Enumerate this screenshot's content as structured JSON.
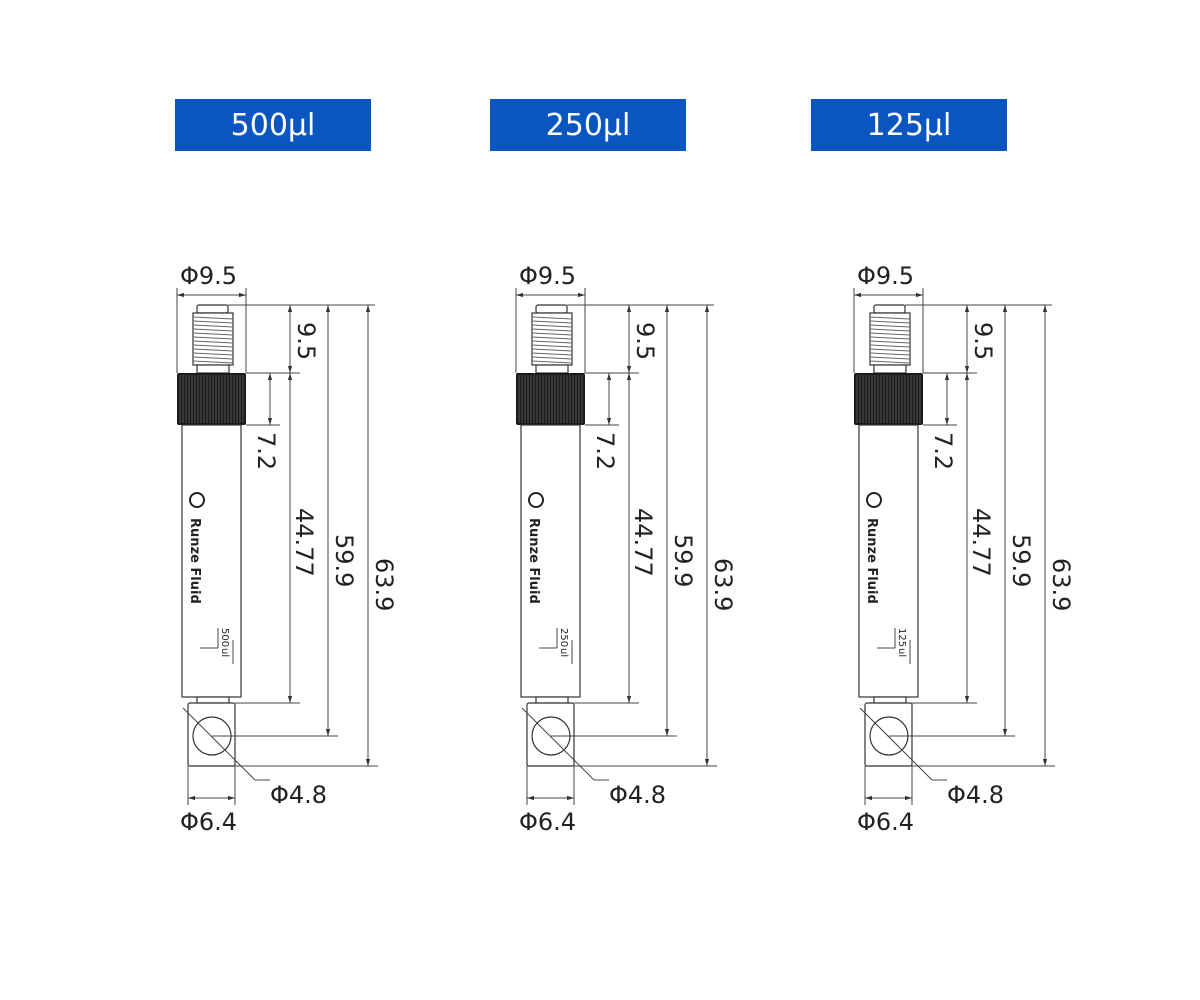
{
  "colors": {
    "label_bg": "#0a55c0",
    "label_text": "#ffffff",
    "nut": "#1a1a1a"
  },
  "drawings": [
    {
      "label": "500µl",
      "marking": "500",
      "unit": "ul"
    },
    {
      "label": "250µl",
      "marking": "250",
      "unit": "ul"
    },
    {
      "label": "125µl",
      "marking": "125",
      "unit": "ul"
    }
  ],
  "dimensions": {
    "top_diameter": "Φ9.5",
    "thread_length": "9.5",
    "nut_height": "7.2",
    "body_length": "44.77",
    "port_center": "59.9",
    "total_length": "63.9",
    "port_diameter": "Φ4.8",
    "block_width": "Φ6.4"
  },
  "brand": {
    "logo": "Runze Fluid"
  }
}
